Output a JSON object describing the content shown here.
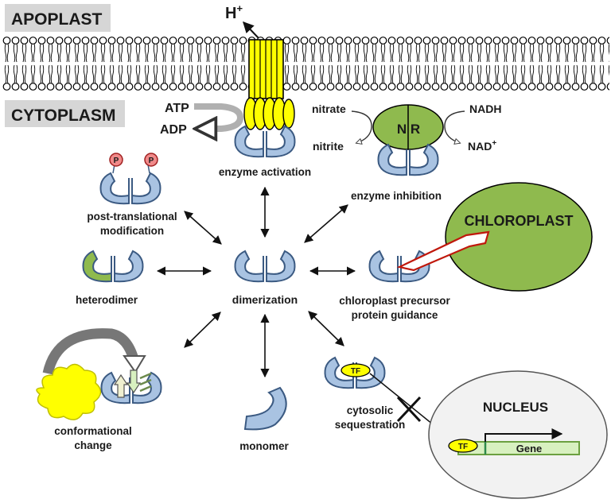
{
  "regions": {
    "apoplast": "APOPLAST",
    "cytoplasm": "CYTOPLASM"
  },
  "pump": {
    "proton": "H",
    "proton_sup": "+",
    "atp": "ATP",
    "adp": "ADP"
  },
  "nitrate_reductase": {
    "letter_left": "N",
    "letter_right": "R",
    "nitrate": "nitrate",
    "nitrite": "nitrite",
    "nadh": "NADH",
    "nad": "NAD",
    "nad_sup": "+"
  },
  "labels": {
    "enzyme_activation": "enzyme activation",
    "enzyme_inhibition": "enzyme inhibition",
    "ptm_line1": "post-translational",
    "ptm_line2": "modification",
    "heterodimer": "heterodimer",
    "dimerization": "dimerization",
    "chloro_line1": "chloroplast precursor",
    "chloro_line2": "protein guidance",
    "conf_line1": "conformational",
    "conf_line2": "change",
    "monomer": "monomer",
    "cyto_line1": "cytosolic",
    "cyto_line2": "sequestration"
  },
  "chloroplast": "CHLOROPLAST",
  "phospho": "P",
  "tf": "TF",
  "nucleus": "NUCLEUS",
  "gene": "Gene",
  "colors": {
    "protein_fill": "#a9c3e2",
    "protein_stroke": "#3b5a82",
    "green": "#8fba4e",
    "yellow": "#ffff00",
    "red": "#c0180c",
    "gray": "#b0b0b0",
    "region_bg": "#d6d6d6",
    "gene_fill": "#d8f0c0",
    "phospho_fill": "#f08a8a"
  }
}
